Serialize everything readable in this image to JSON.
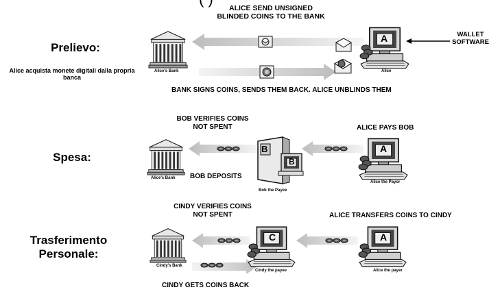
{
  "title_fragment": "(                              )",
  "prelievo": {
    "section_title": "Prelievo:",
    "section_desc": "Alice acquista monete digitali dalla propria banca",
    "label_top": "ALICE SEND UNSIGNED\nBLINDED COINS TO THE BANK",
    "label_bottom": "BANK SIGNS COINS, SENDS THEM BACK.  ALICE UNBLINDS THEM",
    "wallet_label": "WALLET\nSOFTWARE",
    "bank_caption": "Alice's Bank",
    "alice_caption": "Alice",
    "screen_letter": "A"
  },
  "spesa": {
    "section_title": "Spesa:",
    "label_verify": "BOB VERIFIES COINS\nNOT SPENT",
    "label_pays": "ALICE PAYS BOB",
    "label_deposit": "BOB DEPOSITS",
    "bank_caption": "Alice's Bank",
    "bob_caption": "Bob the Payee",
    "alice_caption": "Alice the Payor",
    "bob_letter": "B",
    "alice_letter": "A"
  },
  "trasferimento": {
    "section_title": "Trasferimento\nPersonale:",
    "label_verify": "CINDY VERIFIES COINS\nNOT SPENT",
    "label_transfer": "ALICE TRANSFERS COINS TO CINDY",
    "label_back": "CINDY GETS COINS BACK",
    "bank_caption": "Cindy's Bank",
    "cindy_caption": "Cindy the payee",
    "alice_caption": "Alice the payer",
    "cindy_letter": "C",
    "alice_letter": "A"
  }
}
